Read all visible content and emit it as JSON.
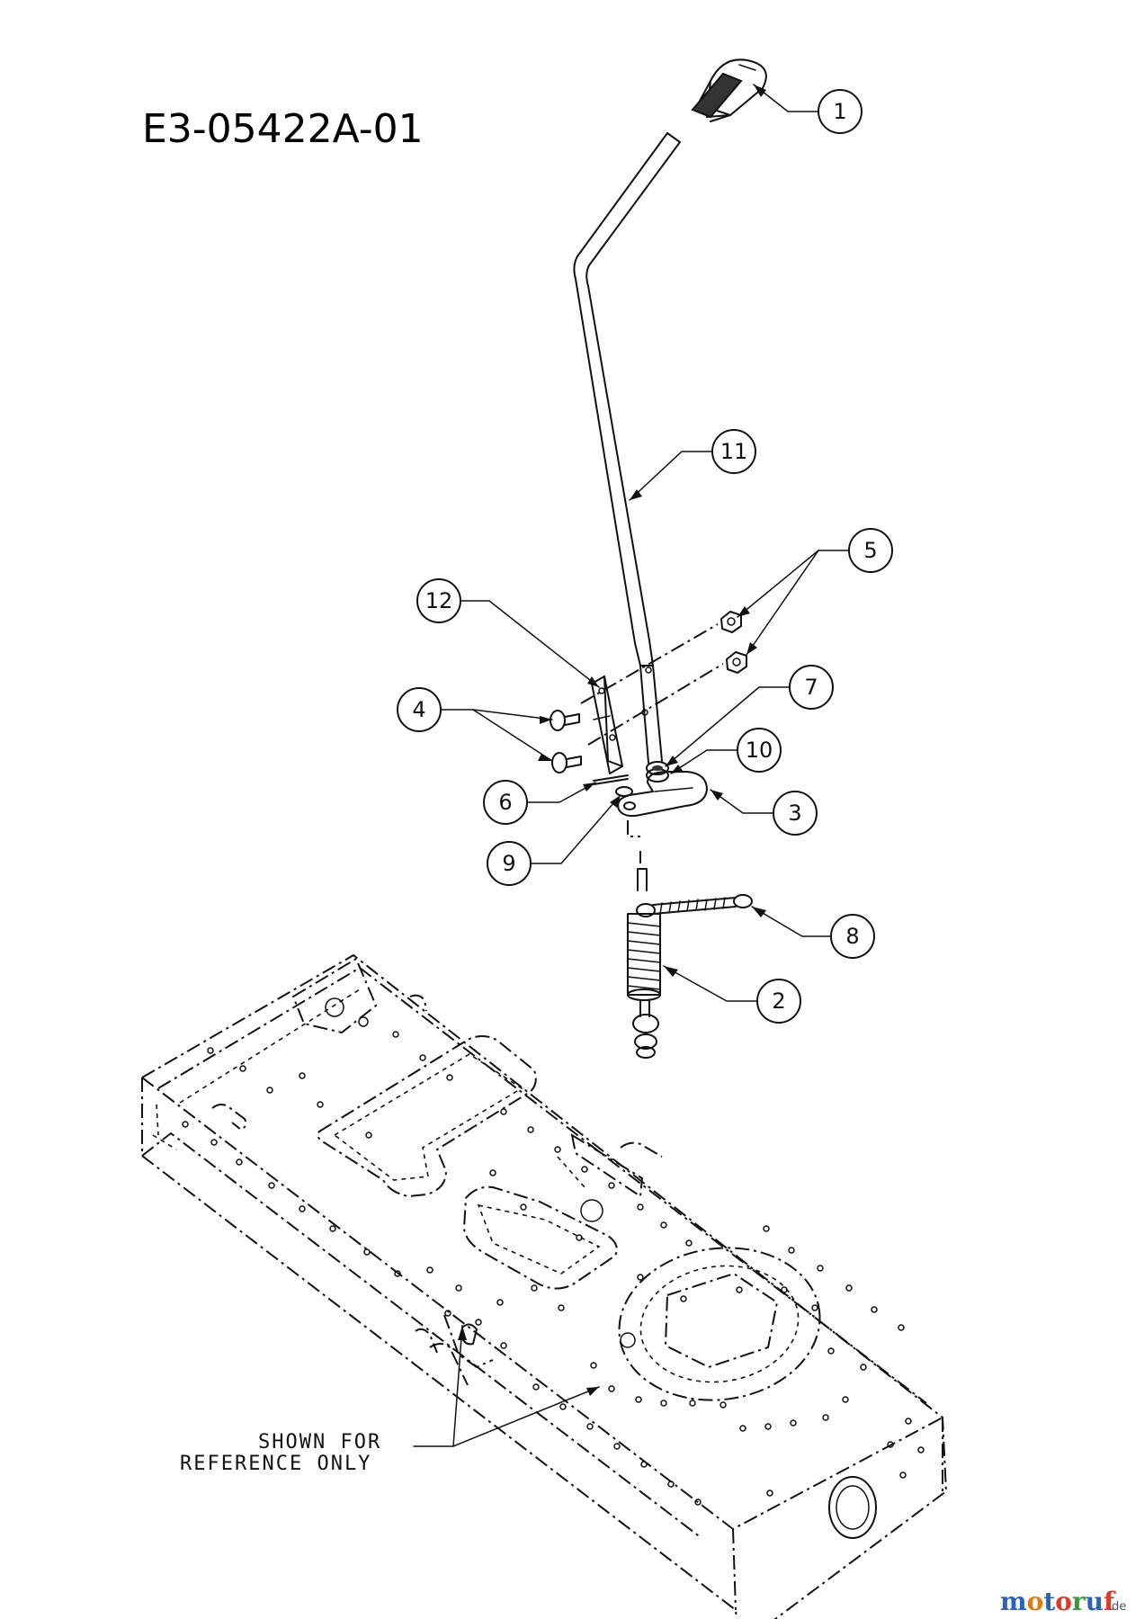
{
  "diagram": {
    "title": "E3-05422A-01",
    "reference_note": {
      "line1": "SHOWN FOR",
      "line2": "REFERENCE ONLY"
    },
    "callouts": [
      "1",
      "11",
      "5",
      "12",
      "4",
      "7",
      "10",
      "6",
      "3",
      "9",
      "8",
      "2"
    ]
  },
  "watermark": {
    "brand_letters": [
      "m",
      "o",
      "t",
      "o",
      "r",
      "u",
      "f"
    ],
    "brand_colors": [
      "#2a62b8",
      "#e07a10",
      "#2a62b8",
      "#d93a2a",
      "#3c9a3c",
      "#2a62b8",
      "#d93a2a"
    ],
    "domain_suffix": ".de"
  }
}
